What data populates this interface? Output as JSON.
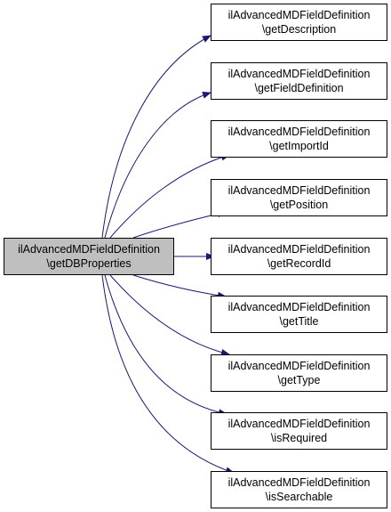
{
  "source": {
    "line1": "ilAdvancedMDFieldDefinition",
    "line2": "\\getDBProperties"
  },
  "targets": [
    {
      "line1": "ilAdvancedMDFieldDefinition",
      "line2": "\\getDescription"
    },
    {
      "line1": "ilAdvancedMDFieldDefinition",
      "line2": "\\getFieldDefinition"
    },
    {
      "line1": "ilAdvancedMDFieldDefinition",
      "line2": "\\getImportId"
    },
    {
      "line1": "ilAdvancedMDFieldDefinition",
      "line2": "\\getPosition"
    },
    {
      "line1": "ilAdvancedMDFieldDefinition",
      "line2": "\\getRecordId"
    },
    {
      "line1": "ilAdvancedMDFieldDefinition",
      "line2": "\\getTitle"
    },
    {
      "line1": "ilAdvancedMDFieldDefinition",
      "line2": "\\getType"
    },
    {
      "line1": "ilAdvancedMDFieldDefinition",
      "line2": "\\isRequired"
    },
    {
      "line1": "ilAdvancedMDFieldDefinition",
      "line2": "\\isSearchable"
    }
  ],
  "colors": {
    "edge": "#191970",
    "source_fill": "#bfbfbf",
    "node_fill": "#ffffff",
    "border": "#000000"
  }
}
